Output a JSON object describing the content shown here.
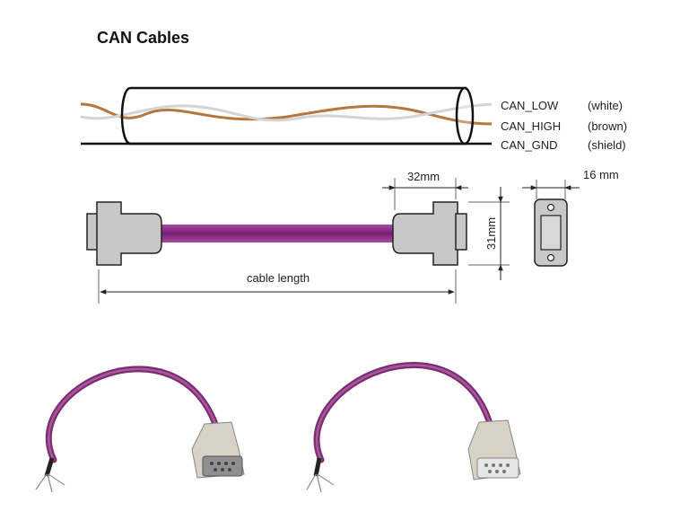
{
  "title": "CAN Cables",
  "signals": [
    {
      "name": "CAN_LOW",
      "color_note": "(white)"
    },
    {
      "name": "CAN_HIGH",
      "color_note": "(brown)"
    },
    {
      "name": "CAN_GND",
      "color_note": "(shield)"
    }
  ],
  "dimensions": {
    "connector_length": "32mm",
    "connector_width": "16 mm",
    "connector_height": "31mm",
    "cable_length": "cable length"
  },
  "colors": {
    "cable": "#8c1a86",
    "connector": "#c8c8c8",
    "brown_wire": "#b5773d",
    "white_wire": "#d4d4d4"
  }
}
